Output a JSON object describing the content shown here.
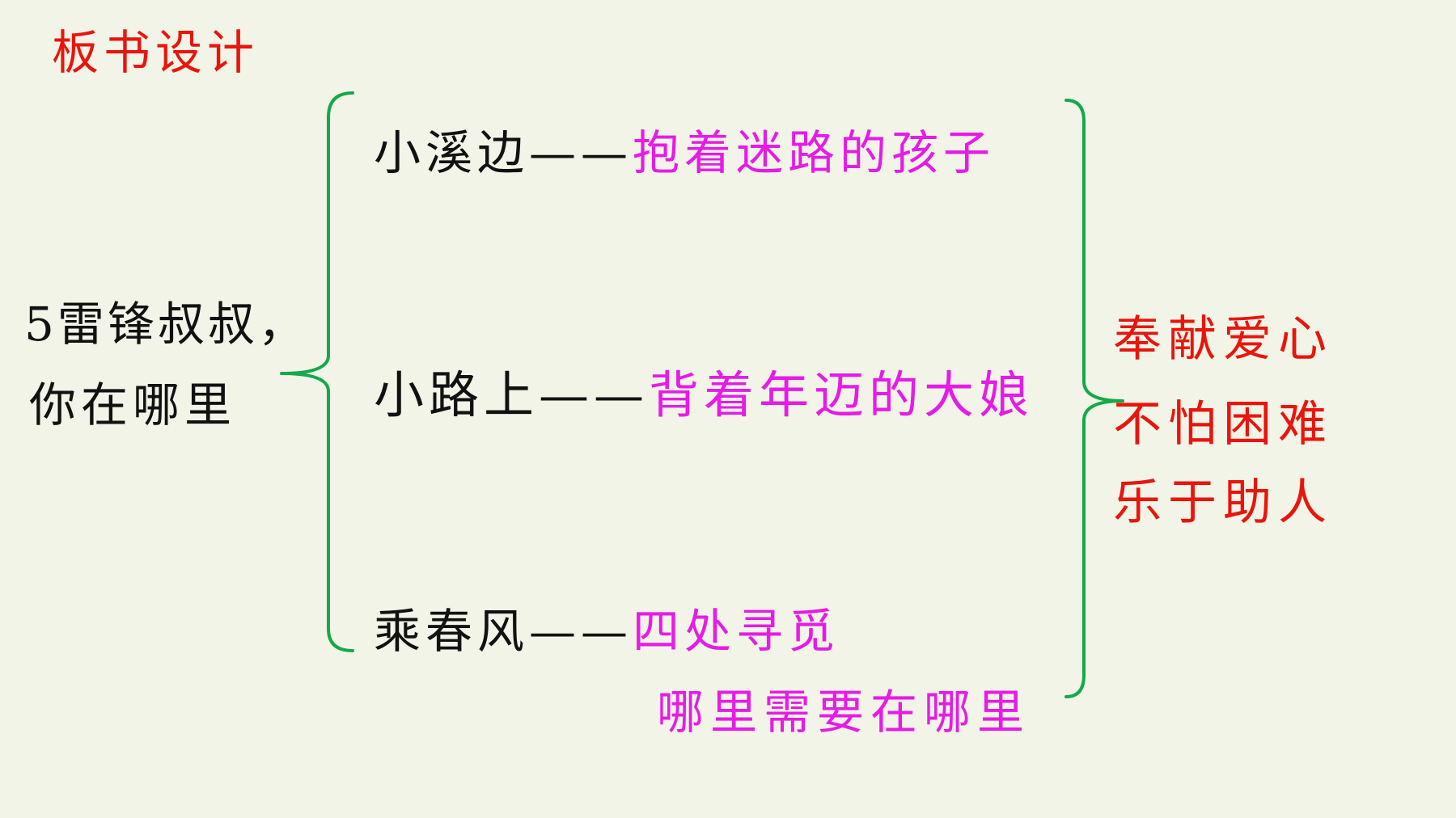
{
  "title": "板书设计",
  "lesson": {
    "line1": "5雷锋叔叔，",
    "line2": "你在哪里"
  },
  "rows": [
    {
      "place": "小溪边",
      "dash": "——",
      "deed": "抱着迷路的孩子"
    },
    {
      "place": "小路上",
      "dash": "——",
      "deed": "背着年迈的大娘"
    },
    {
      "place": "乘春风",
      "dash": "——",
      "deed": "四处寻觅",
      "deed_line2": "哪里需要在哪里"
    }
  ],
  "conclusions": [
    "奉献爱心",
    "不怕困难",
    "乐于助人"
  ],
  "colors": {
    "background": "#F1F4E6",
    "title": "#E8150E",
    "body_text": "#111111",
    "deed_text": "#E61BE6",
    "conclusion_text": "#E8150E",
    "bracket": "#16A84C"
  }
}
